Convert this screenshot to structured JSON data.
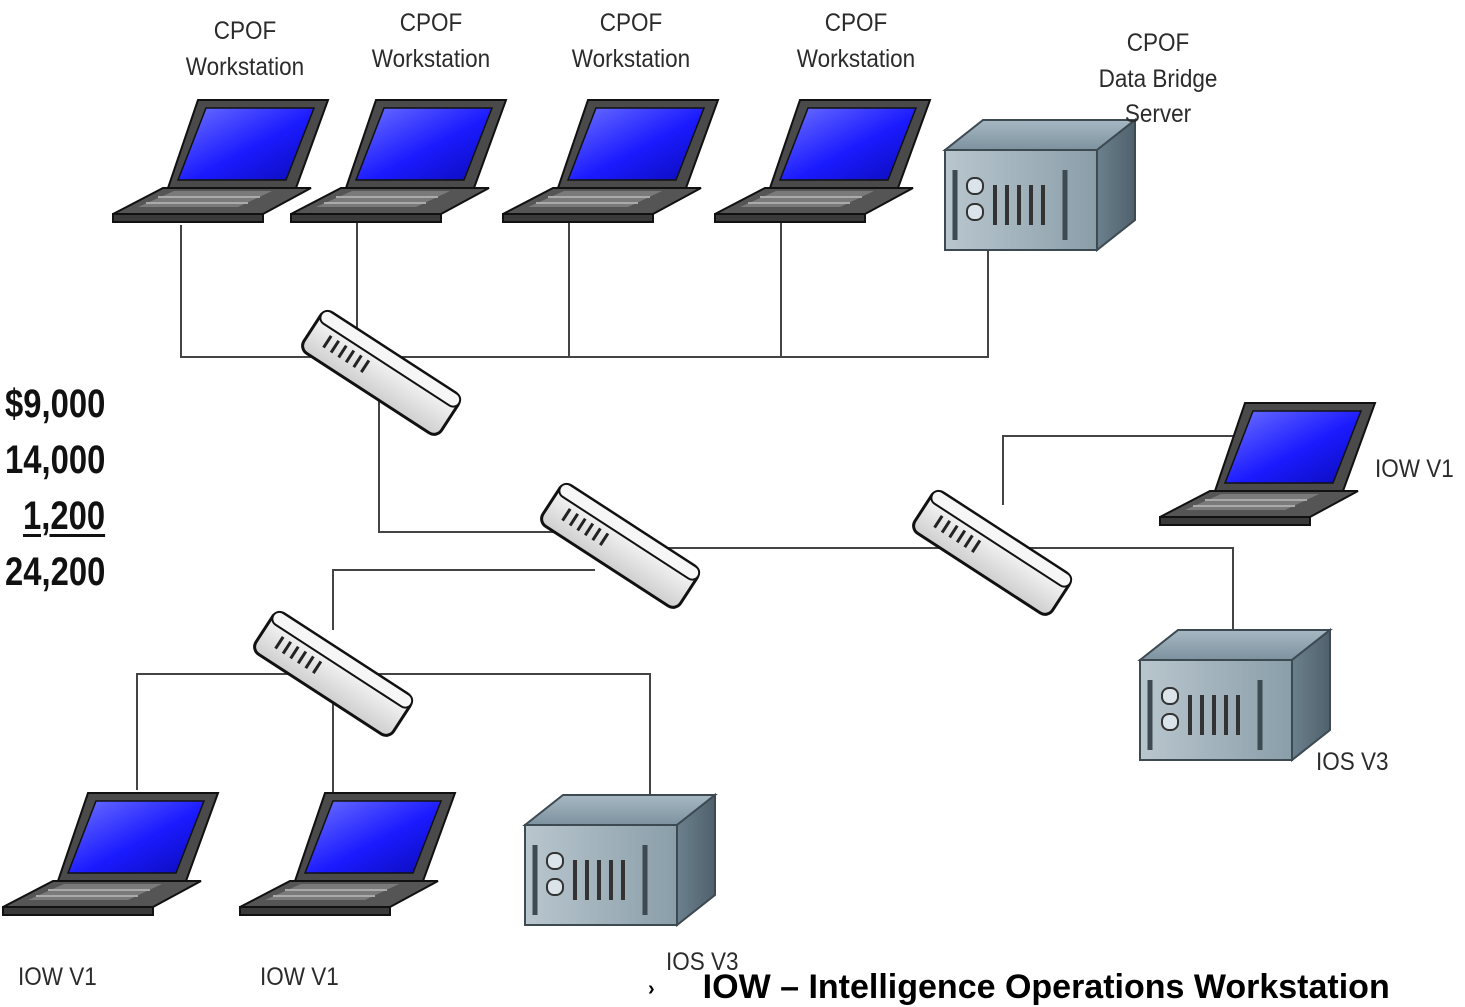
{
  "top_nodes": [
    {
      "line1": "CPOF",
      "line2": "Workstation"
    },
    {
      "line1": "CPOF",
      "line2": "Workstation"
    },
    {
      "line1": "CPOF",
      "line2": "Workstation"
    },
    {
      "line1": "CPOF",
      "line2": "Workstation"
    },
    {
      "line1": "CPOF",
      "line2": "Data Bridge",
      "line3": "Server"
    }
  ],
  "right_nodes": {
    "laptop": "IOW V1",
    "server": "IOS V3"
  },
  "bottom_nodes": {
    "laptop_a": "IOW V1",
    "laptop_b": "IOW V1",
    "server": "IOS V3"
  },
  "costs": [
    "$9,000",
    "14,000",
    "1,200",
    "24,200"
  ],
  "footer": {
    "bullet": "›",
    "text": "IOW – Intelligence Operations Workstation"
  },
  "colors": {
    "screen": "#1a1aff",
    "line": "#444444"
  }
}
